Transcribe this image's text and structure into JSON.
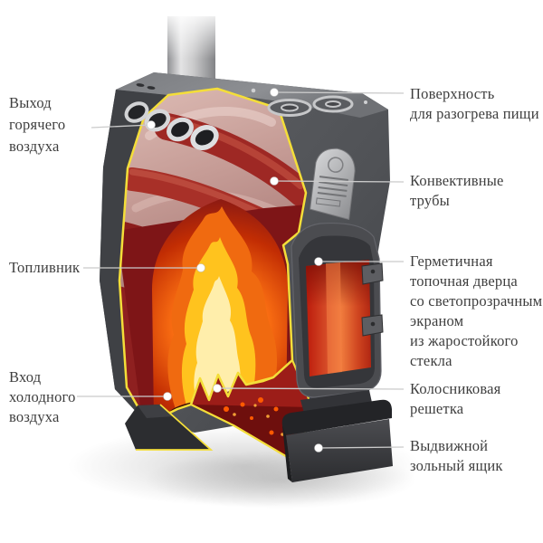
{
  "figure": {
    "kind": "heating stove cutaway infographic",
    "language": "ru"
  },
  "labels": {
    "left": [
      {
        "name": "hot-air-outlet",
        "lines": [
          "Выход",
          "горячего",
          "воздуха"
        ]
      },
      {
        "name": "firebox",
        "lines": [
          "Топливник"
        ]
      },
      {
        "name": "cold-air-inlet",
        "lines": [
          "Вход",
          "холодного",
          "воздуха"
        ]
      }
    ],
    "right": [
      {
        "name": "cooking-surface",
        "lines": [
          "Поверхность",
          "для разогрева пищи"
        ]
      },
      {
        "name": "convection-tubes",
        "lines": [
          "Конвективные",
          "трубы"
        ]
      },
      {
        "name": "sealed-door",
        "lines": [
          "Герметичная",
          "топочная дверца",
          "со светопрозрачным",
          "экраном",
          "из жаростойкого",
          "стекла"
        ]
      },
      {
        "name": "grate",
        "lines": [
          "Колосниковая",
          "решетка"
        ]
      },
      {
        "name": "ash-box",
        "lines": [
          "Выдвижной",
          "зольный ящик"
        ]
      }
    ]
  },
  "colors": {
    "label_text": "#3e3e3e",
    "leader_line": "#cbcbcb",
    "callout_dot": "#ffffff",
    "cut_outline_yellow": "#f4de39",
    "stove_body_gray": "#54565a",
    "interior_red": "#8e2020",
    "flame_orange": "#f06a10",
    "flame_yellow": "#ffc31e",
    "glass_glow_orange": "#e8682e"
  }
}
